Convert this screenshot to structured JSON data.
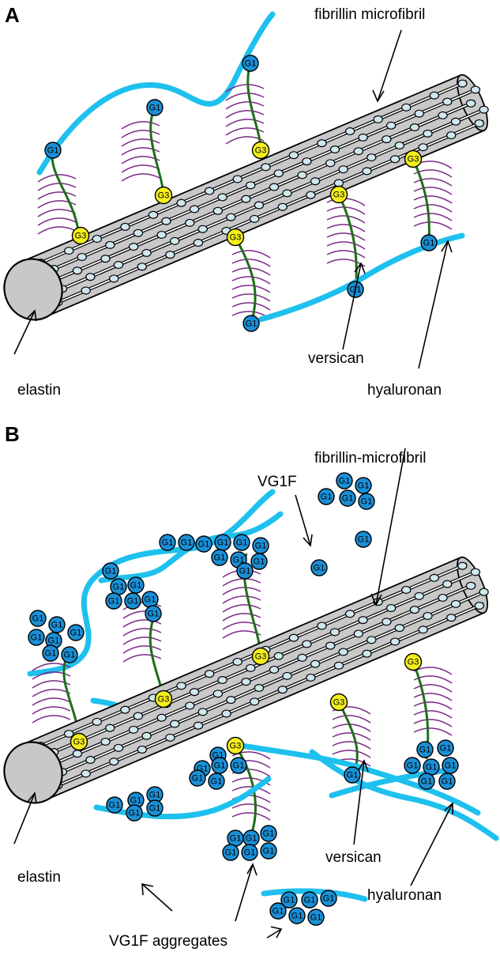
{
  "panels": [
    {
      "label": "A",
      "labels": {
        "microfibril": "fibrillin microfibril",
        "elastin": "elastin",
        "versican": "versican",
        "hyaluronan": "hyaluronan"
      }
    },
    {
      "label": "B",
      "labels": {
        "microfibril": "fibrillin-microfibril",
        "vg1f": "VG1F",
        "elastin": "elastin",
        "versican": "versican",
        "hyaluronan": "hyaluronan",
        "aggregates": "VG1F aggregates"
      }
    }
  ],
  "domain_labels": {
    "g1": "G1",
    "g3": "G3"
  },
  "colors": {
    "hyaluronan": "#1ec0ee",
    "g1_domain": "#1a8fd6",
    "g3_domain": "#f4ef1c",
    "core_protein": "#1f6e1a",
    "gag_chains": "#7b2a86",
    "microfibril_bead": "#cfe7ee",
    "elastin": "#c8c8c8"
  }
}
